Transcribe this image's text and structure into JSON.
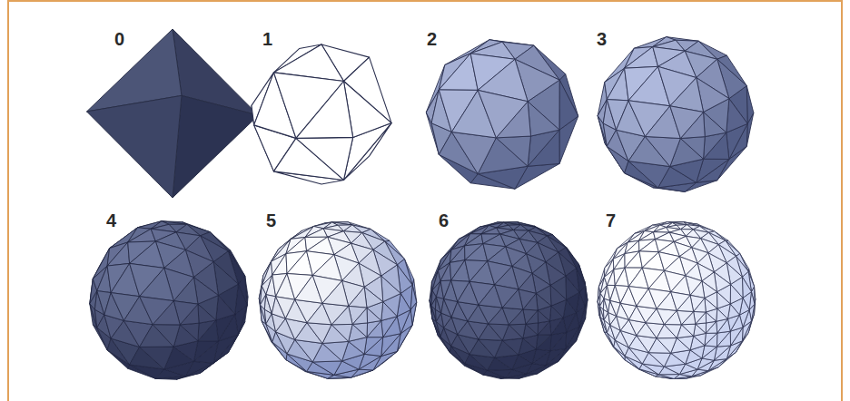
{
  "diagram": {
    "labels": [
      "0",
      "1",
      "2",
      "3",
      "4",
      "5",
      "6",
      "7"
    ]
  }
}
